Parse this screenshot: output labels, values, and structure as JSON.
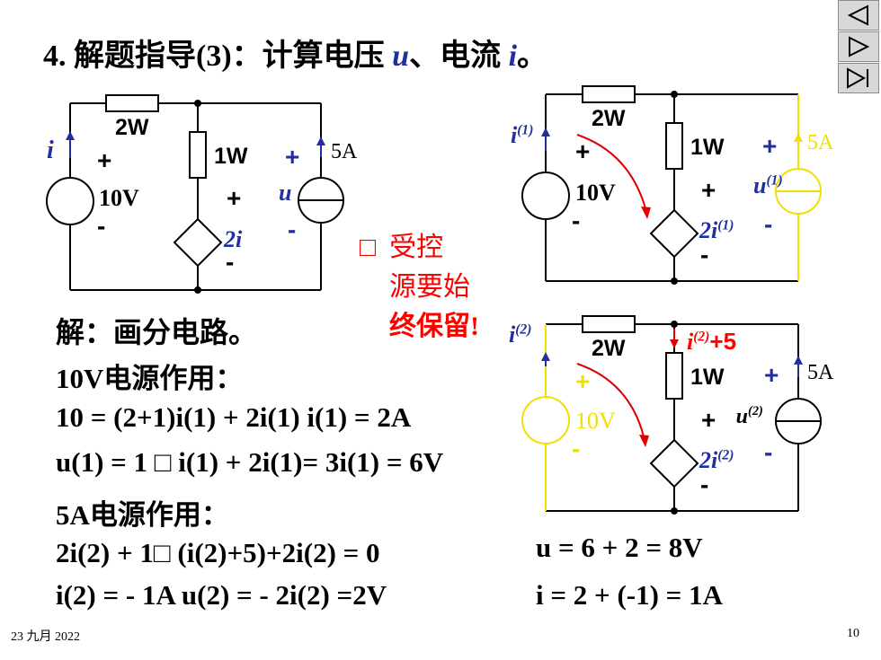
{
  "title": {
    "prefix": "4. 解题指导(3)：计算电压 ",
    "u": "u",
    "mid": "、电流 ",
    "i": "i",
    "end": "。"
  },
  "nav": {
    "prev_icon": "triangle-left",
    "next_icon": "triangle-right",
    "last_icon": "skip-end"
  },
  "circuit1": {
    "r_top": "2W",
    "r_mid": "1W",
    "i_label": "i",
    "plus_left": "+",
    "v_source": "10V",
    "minus_left": "-",
    "plus_mid": "+",
    "dep_source": "2i",
    "minus_mid": "-",
    "u_plus": "+",
    "u_label": "u",
    "u_minus": "-",
    "i_source": "5A"
  },
  "note": {
    "bullet": "□",
    "line1": "受控",
    "line2": "源要始",
    "line3": "终保留!"
  },
  "circuit2": {
    "i_label": "i",
    "i_sup": "(1)",
    "r_top": "2W",
    "r_mid": "1W",
    "plus_left": "+",
    "v_source": "10V",
    "minus_left": "-",
    "plus_mid": "+",
    "dep_source": "2i",
    "dep_sup": "(1)",
    "minus_mid": "-",
    "u_plus": "+",
    "u_label": "u",
    "u_sup": "(1)",
    "u_minus": "-",
    "i_source": "5A"
  },
  "circuit3": {
    "i_label": "i",
    "i_sup": "(2)",
    "r_top": "2W",
    "r_mid": "1W",
    "branch_i": "i",
    "branch_sup": "(2)",
    "branch_add": "+5",
    "plus_left": "+",
    "v_source": "10V",
    "minus_left": "-",
    "plus_mid": "+",
    "dep_source": "2i",
    "dep_sup": "(2)",
    "minus_mid": "-",
    "u_plus": "+",
    "u_label": "u",
    "u_sup": "(2)",
    "u_minus": "-",
    "i_source": "5A"
  },
  "solution": {
    "heading": "解：画分电路。",
    "v10_heading": "10V电源作用：",
    "eq1": "10 = (2+1)i(1) + 2i(1)  i(1) = 2A",
    "eq2": "u(1) = 1 □ i(1) + 2i(1)= 3i(1) = 6V",
    "a5_heading": "5A电源作用：",
    "eq3": "2i(2) + 1□ (i(2)+5)+2i(2) = 0",
    "eq4": "i(2) = - 1A  u(2) = - 2i(2) =2V",
    "res_u": "u = 6 + 2 = 8V",
    "res_i": "i = 2 + (-1) = 1A"
  },
  "footer": {
    "date": "23 九月 2022",
    "page": "10"
  }
}
